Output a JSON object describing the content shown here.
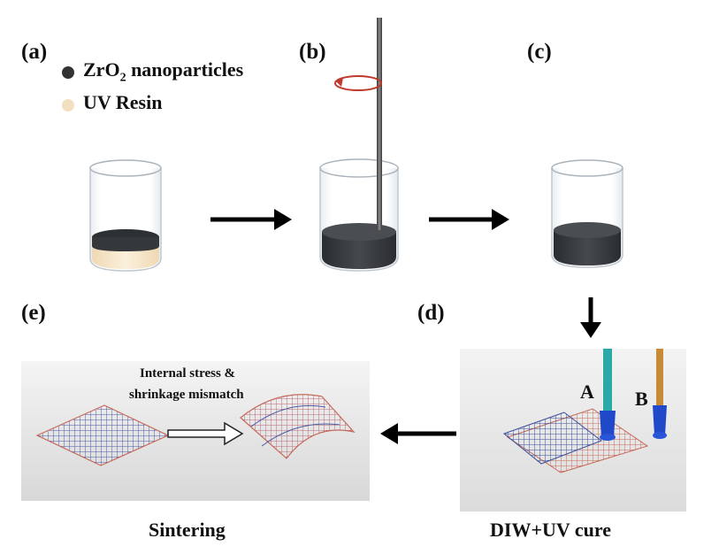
{
  "labels": {
    "a": "(a)",
    "b": "(b)",
    "c": "(c)",
    "d": "(d)",
    "e": "(e)"
  },
  "legend": {
    "item1_prefix": "ZrO",
    "item1_sub": "2",
    "item1_suffix": " nanoparticles",
    "item1_color": "#333333",
    "item2": "UV Resin",
    "item2_color": "#f2dfc0"
  },
  "panel_d": {
    "nozzle_a": "A",
    "nozzle_b": "B",
    "caption": "DIW+UV cure"
  },
  "panel_e": {
    "annotation_line1": "Internal stress &",
    "annotation_line2": "shrinkage mismatch",
    "caption": "Sintering"
  },
  "colors": {
    "particles": "#3a3d40",
    "resin": "#f6e7c9",
    "grid_blue": "#3c4f9a",
    "grid_red": "#c66a5a",
    "nozzle_teal": "#2aa9a8",
    "nozzle_orange": "#c98a36",
    "nozzle_blue": "#1f49c9"
  }
}
